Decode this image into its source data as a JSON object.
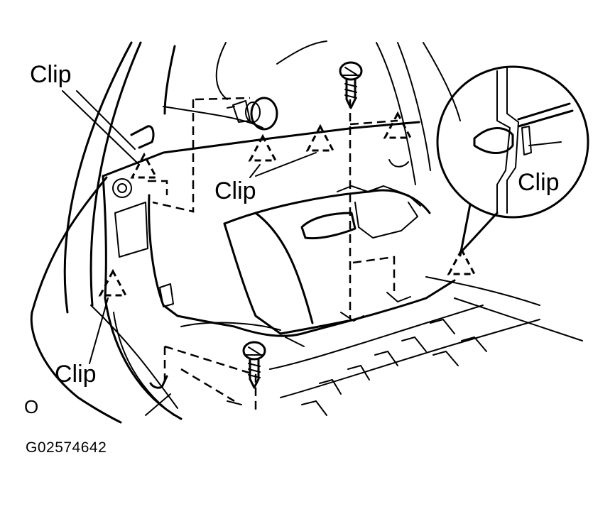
{
  "labels": {
    "clip_top_left": "Clip",
    "clip_middle": "Clip",
    "clip_inset": "Clip",
    "clip_bottom_left": "Clip",
    "marker_o": "O",
    "figure_code": "G02574642"
  }
}
